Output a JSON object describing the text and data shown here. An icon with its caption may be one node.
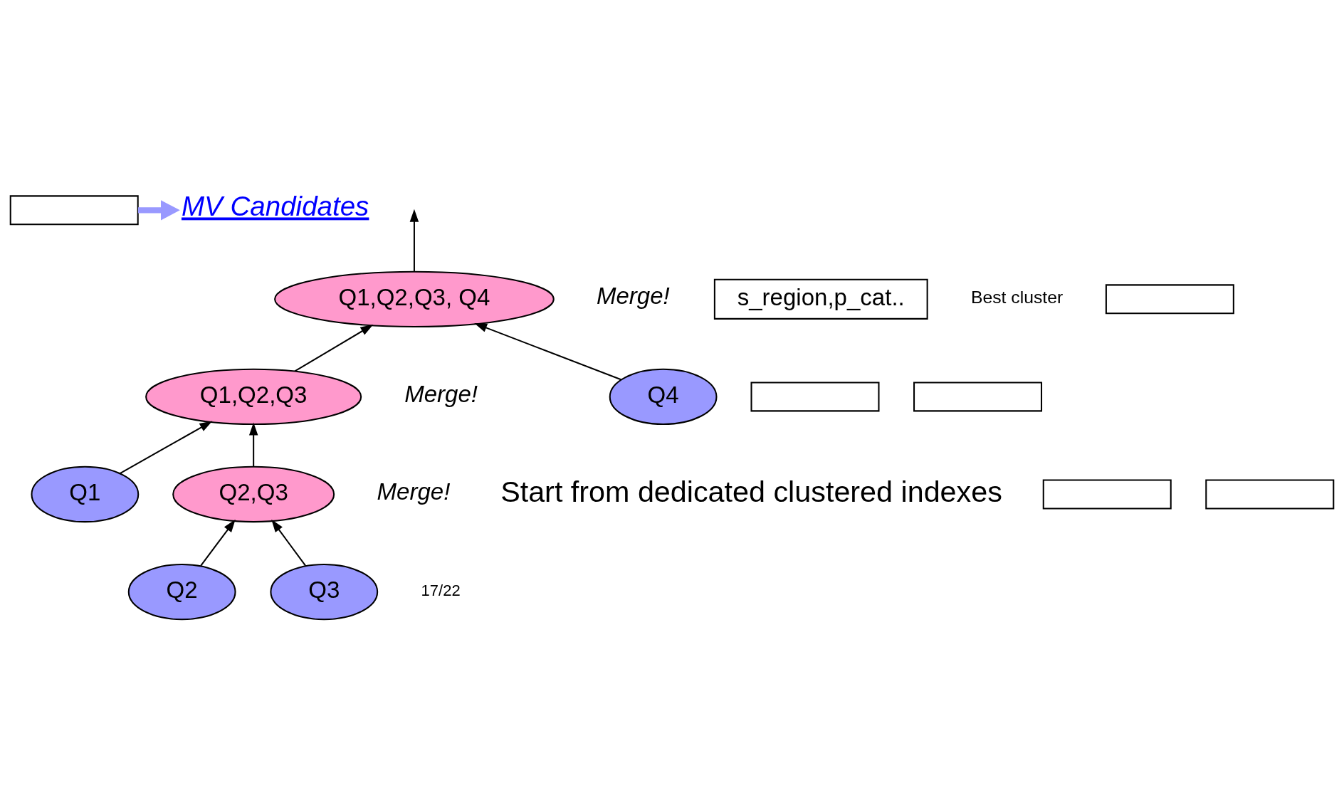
{
  "diagram": {
    "nodes": [
      {
        "text": [],
        "shape": "box"
      },
      {
        "text": [
          "MV Candidates"
        ]
      },
      {
        "text": [
          "Q1,Q2,Q3, Q4"
        ],
        "beside": [
          "Merge!"
        ]
      },
      {
        "text": [
          "s_region,p_cat.."
        ],
        "beside": [
          "Best cluster"
        ]
      },
      {
        "text": [],
        "shape": "box"
      },
      {
        "text": [
          "Q1,Q2,Q3"
        ],
        "beside": [
          "Merge!"
        ]
      },
      {
        "text": [
          "Q4"
        ]
      },
      {
        "text": [],
        "shape": "box"
      },
      {
        "text": [],
        "shape": "box"
      },
      {
        "text": [
          "Q1"
        ]
      },
      {
        "text": [
          "Q2,Q3"
        ],
        "beside": [
          "Merge!"
        ]
      },
      {
        "text": [],
        "shape": "box"
      },
      {
        "text": [],
        "shape": "box"
      },
      {
        "text": [
          "Q2"
        ]
      },
      {
        "text": [
          "Q3"
        ]
      }
    ],
    "edges": [
      {
        "from": 9,
        "to": 5,
        "arrow": "to"
      },
      {
        "from": 10,
        "to": 5,
        "arrow": "to"
      },
      {
        "from": 5,
        "to": 2,
        "arrow": "to"
      },
      {
        "from": 6,
        "to": 2,
        "arrow": "to"
      },
      {
        "from": 13,
        "to": 10,
        "arrow": "to"
      },
      {
        "from": 14,
        "to": 10,
        "arrow": "to"
      },
      {
        "from": 2,
        "to": null,
        "arrow": "to"
      },
      {
        "from": 0,
        "to": 1,
        "arrow": "to",
        "style": "thick",
        "color": "#9999ff"
      }
    ],
    "labels": [
      "Start from dedicated clustered indexes",
      "17/22"
    ]
  }
}
